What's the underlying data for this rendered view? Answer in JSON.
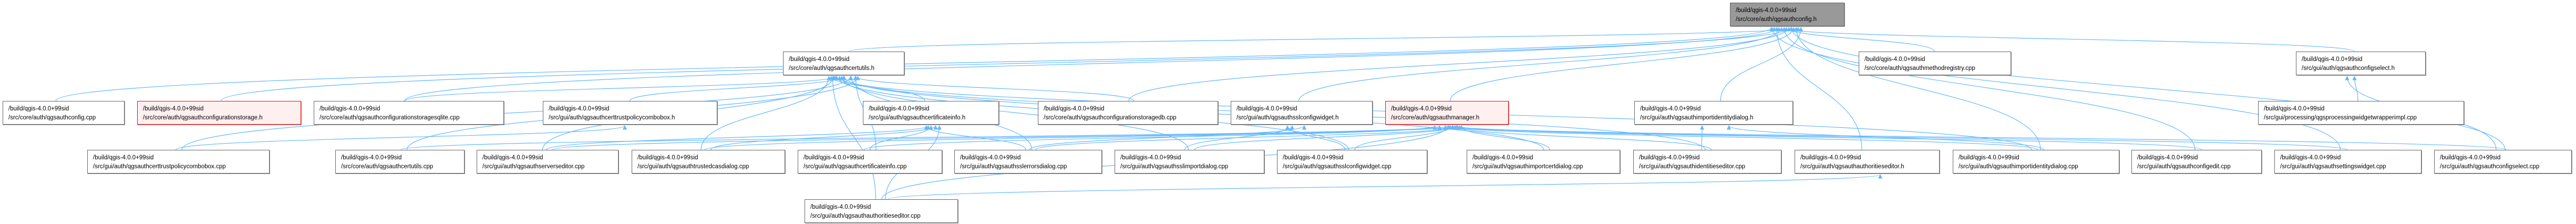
{
  "graph": {
    "edge_color": "#63b8ff",
    "nodes": [
      {
        "id": "config_h",
        "line1": "/build/qgis-4.0.0+99sid",
        "line2": "/src/core/auth/qgsauthconfig.h",
        "style": "root"
      },
      {
        "id": "certutils_h",
        "line1": "/build/qgis-4.0.0+99sid",
        "line2": "/src/core/auth/qgsauthcertutils.h",
        "style": "normal"
      },
      {
        "id": "methodregistry_cpp",
        "line1": "/build/qgis-4.0.0+99sid",
        "line2": "/src/core/auth/qgsauthmethodregistry.cpp",
        "style": "normal"
      },
      {
        "id": "configselect_h",
        "line1": "/build/qgis-4.0.0+99sid",
        "line2": "/src/gui/auth/qgsauthconfigselect.h",
        "style": "normal"
      },
      {
        "id": "config_cpp",
        "line1": "/build/qgis-4.0.0+99sid",
        "line2": "/src/core/auth/qgsauthconfig.cpp",
        "style": "normal"
      },
      {
        "id": "cfgstorage_h",
        "line1": "/build/qgis-4.0.0+99sid",
        "line2": "/src/core/auth/qgsauthconfigurationstorage.h",
        "style": "highlight"
      },
      {
        "id": "cfgstoragesqlite_cpp",
        "line1": "/build/qgis-4.0.0+99sid",
        "line2": "/src/core/auth/qgsauthconfigurationstoragesqlite.cpp",
        "style": "normal"
      },
      {
        "id": "certtrustcombo_h",
        "line1": "/build/qgis-4.0.0+99sid",
        "line2": "/src/gui/auth/qgsauthcerttrustpolicycombobox.h",
        "style": "normal"
      },
      {
        "id": "certinfo_h",
        "line1": "/build/qgis-4.0.0+99sid",
        "line2": "/src/gui/auth/qgsauthcertificateinfo.h",
        "style": "normal"
      },
      {
        "id": "cfgstoragedb_cpp",
        "line1": "/build/qgis-4.0.0+99sid",
        "line2": "/src/core/auth/qgsauthconfigurationstoragedb.cpp",
        "style": "normal"
      },
      {
        "id": "sslconfigwidget_h",
        "line1": "/build/qgis-4.0.0+99sid",
        "line2": "/src/gui/auth/qgsauthsslconfigwidget.h",
        "style": "normal"
      },
      {
        "id": "manager_h",
        "line1": "/build/qgis-4.0.0+99sid",
        "line2": "/src/core/auth/qgsauthmanager.h",
        "style": "highlight"
      },
      {
        "id": "importidentity_h",
        "line1": "/build/qgis-4.0.0+99sid",
        "line2": "/src/gui/auth/qgsauthimportidentitydialog.h",
        "style": "normal"
      },
      {
        "id": "procwrapper_cpp",
        "line1": "/build/qgis-4.0.0+99sid",
        "line2": "/src/gui/processing/qgsprocessingwidgetwrapperimpl.cpp",
        "style": "normal"
      },
      {
        "id": "certtrustcombo_cpp",
        "line1": "/build/qgis-4.0.0+99sid",
        "line2": "/src/gui/auth/qgsauthcerttrustpolicycombobox.cpp",
        "style": "normal"
      },
      {
        "id": "certutils_cpp",
        "line1": "/build/qgis-4.0.0+99sid",
        "line2": "/src/core/auth/qgsauthcertutils.cpp",
        "style": "normal"
      },
      {
        "id": "serverseditor_cpp",
        "line1": "/build/qgis-4.0.0+99sid",
        "line2": "/src/gui/auth/qgsauthserverseditor.cpp",
        "style": "normal"
      },
      {
        "id": "trustedcas_cpp",
        "line1": "/build/qgis-4.0.0+99sid",
        "line2": "/src/gui/auth/qgsauthtrustedcasdialog.cpp",
        "style": "normal"
      },
      {
        "id": "certinfo_cpp",
        "line1": "/build/qgis-4.0.0+99sid",
        "line2": "/src/gui/auth/qgsauthcertificateinfo.cpp",
        "style": "normal"
      },
      {
        "id": "sslerrors_cpp",
        "line1": "/build/qgis-4.0.0+99sid",
        "line2": "/src/gui/auth/qgsauthsslerrorsdialog.cpp",
        "style": "normal"
      },
      {
        "id": "sslimport_cpp",
        "line1": "/build/qgis-4.0.0+99sid",
        "line2": "/src/gui/auth/qgsauthsslimportdialog.cpp",
        "style": "normal"
      },
      {
        "id": "sslconfigwidget_cpp",
        "line1": "/build/qgis-4.0.0+99sid",
        "line2": "/src/gui/auth/qgsauthsslconfigwidget.cpp",
        "style": "normal"
      },
      {
        "id": "importcert_cpp",
        "line1": "/build/qgis-4.0.0+99sid",
        "line2": "/src/gui/auth/qgsauthimportcertdialog.cpp",
        "style": "normal"
      },
      {
        "id": "identitieseditor_cpp",
        "line1": "/build/qgis-4.0.0+99sid",
        "line2": "/src/gui/auth/qgsauthidentitieseditor.cpp",
        "style": "normal"
      },
      {
        "id": "authoritieseditor_h",
        "line1": "/build/qgis-4.0.0+99sid",
        "line2": "/src/gui/auth/qgsauthauthoritieseditor.h",
        "style": "normal"
      },
      {
        "id": "importidentity_cpp",
        "line1": "/build/qgis-4.0.0+99sid",
        "line2": "/src/gui/auth/qgsauthimportidentitydialog.cpp",
        "style": "normal"
      },
      {
        "id": "configedit_cpp",
        "line1": "/build/qgis-4.0.0+99sid",
        "line2": "/src/gui/auth/qgsauthconfigedit.cpp",
        "style": "normal"
      },
      {
        "id": "settingswidget_cpp",
        "line1": "/build/qgis-4.0.0+99sid",
        "line2": "/src/gui/auth/qgsauthsettingswidget.cpp",
        "style": "normal"
      },
      {
        "id": "configselect_cpp",
        "line1": "/build/qgis-4.0.0+99sid",
        "line2": "/src/gui/auth/qgsauthconfigselect.cpp",
        "style": "normal"
      },
      {
        "id": "authoritieseditor_cpp",
        "line1": "/build/qgis-4.0.0+99sid",
        "line2": "/src/gui/auth/qgsauthauthoritieseditor.cpp",
        "style": "normal"
      }
    ],
    "edges": [
      [
        "config_cpp",
        "config_h"
      ],
      [
        "cfgstorage_h",
        "config_h"
      ],
      [
        "cfgstoragesqlite_cpp",
        "config_h"
      ],
      [
        "certutils_h",
        "config_h"
      ],
      [
        "methodregistry_cpp",
        "config_h"
      ],
      [
        "configselect_h",
        "config_h"
      ],
      [
        "manager_h",
        "config_h"
      ],
      [
        "sslconfigwidget_h",
        "config_h"
      ],
      [
        "importidentity_h",
        "config_h"
      ],
      [
        "cfgstoragedb_cpp",
        "config_h"
      ],
      [
        "authoritieseditor_h",
        "config_h"
      ],
      [
        "importidentity_cpp",
        "config_h"
      ],
      [
        "configedit_cpp",
        "config_h"
      ],
      [
        "settingswidget_cpp",
        "config_h"
      ],
      [
        "configselect_cpp",
        "config_h"
      ],
      [
        "cfgstoragesqlite_cpp",
        "certutils_h"
      ],
      [
        "cfgstoragedb_cpp",
        "certutils_h"
      ],
      [
        "certtrustcombo_h",
        "certutils_h"
      ],
      [
        "certinfo_h",
        "certutils_h"
      ],
      [
        "certtrustcombo_cpp",
        "certutils_h"
      ],
      [
        "certtrustcombo_cpp",
        "certtrustcombo_h"
      ],
      [
        "certutils_cpp",
        "certutils_h"
      ],
      [
        "certutils_cpp",
        "manager_h"
      ],
      [
        "serverseditor_cpp",
        "certutils_h"
      ],
      [
        "serverseditor_cpp",
        "manager_h"
      ],
      [
        "serverseditor_cpp",
        "certinfo_h"
      ],
      [
        "trustedcas_cpp",
        "certutils_h"
      ],
      [
        "trustedcas_cpp",
        "certinfo_h"
      ],
      [
        "trustedcas_cpp",
        "manager_h"
      ],
      [
        "certinfo_cpp",
        "certutils_h"
      ],
      [
        "certinfo_cpp",
        "certinfo_h"
      ],
      [
        "certinfo_cpp",
        "manager_h"
      ],
      [
        "sslerrors_cpp",
        "certutils_h"
      ],
      [
        "sslerrors_cpp",
        "certinfo_h"
      ],
      [
        "sslerrors_cpp",
        "manager_h"
      ],
      [
        "sslerrors_cpp",
        "sslconfigwidget_h"
      ],
      [
        "sslimport_cpp",
        "sslconfigwidget_h"
      ],
      [
        "sslimport_cpp",
        "manager_h"
      ],
      [
        "sslimport_cpp",
        "certutils_h"
      ],
      [
        "sslconfigwidget_cpp",
        "sslconfigwidget_h"
      ],
      [
        "sslconfigwidget_cpp",
        "manager_h"
      ],
      [
        "sslconfigwidget_cpp",
        "certutils_h"
      ],
      [
        "importcert_cpp",
        "manager_h"
      ],
      [
        "importcert_cpp",
        "certutils_h"
      ],
      [
        "identitieseditor_cpp",
        "importidentity_h"
      ],
      [
        "identitieseditor_cpp",
        "manager_h"
      ],
      [
        "identitieseditor_cpp",
        "certutils_h"
      ],
      [
        "importidentity_cpp",
        "importidentity_h"
      ],
      [
        "importidentity_cpp",
        "manager_h"
      ],
      [
        "importidentity_cpp",
        "certutils_h"
      ],
      [
        "configedit_cpp",
        "manager_h"
      ],
      [
        "settingswidget_cpp",
        "manager_h"
      ],
      [
        "configselect_cpp",
        "configselect_h"
      ],
      [
        "configselect_cpp",
        "manager_h"
      ],
      [
        "procwrapper_cpp",
        "configselect_h"
      ],
      [
        "authoritieseditor_cpp",
        "authoritieseditor_h"
      ],
      [
        "authoritieseditor_cpp",
        "manager_h"
      ],
      [
        "authoritieseditor_cpp",
        "certutils_h"
      ],
      [
        "authoritieseditor_cpp",
        "certinfo_h"
      ]
    ]
  }
}
